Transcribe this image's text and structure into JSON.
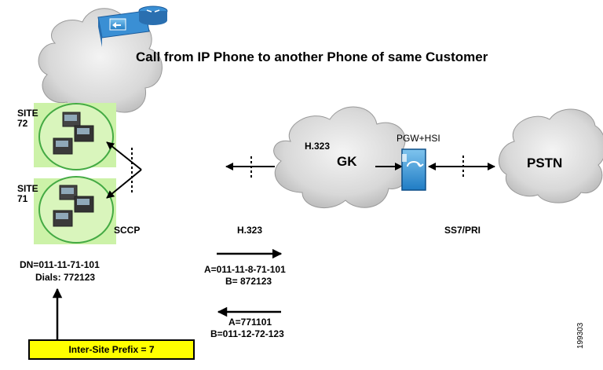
{
  "title": "Call from IP Phone to another Phone of same Customer",
  "sites": [
    {
      "label": "SITE\n72"
    },
    {
      "label": "SITE\n71"
    }
  ],
  "gk_cloud": {
    "protocol": "H.323",
    "name": "GK"
  },
  "pgw_label": "PGW+HSI",
  "pstn_label": "PSTN",
  "links": {
    "sccp": "SCCP",
    "h323": "H.323",
    "ss7": "SS7/PRI"
  },
  "dn_info": {
    "dn": "DN=011-11-71-101",
    "dials": "Dials: 772123"
  },
  "outbound": {
    "a": "A=011-11-8-71-101",
    "b": "B= 872123"
  },
  "inbound": {
    "a": "A=771101",
    "b": "B=011-12-72-123"
  },
  "prefix": "Inter-Site Prefix = 7",
  "figure_id": "199303"
}
